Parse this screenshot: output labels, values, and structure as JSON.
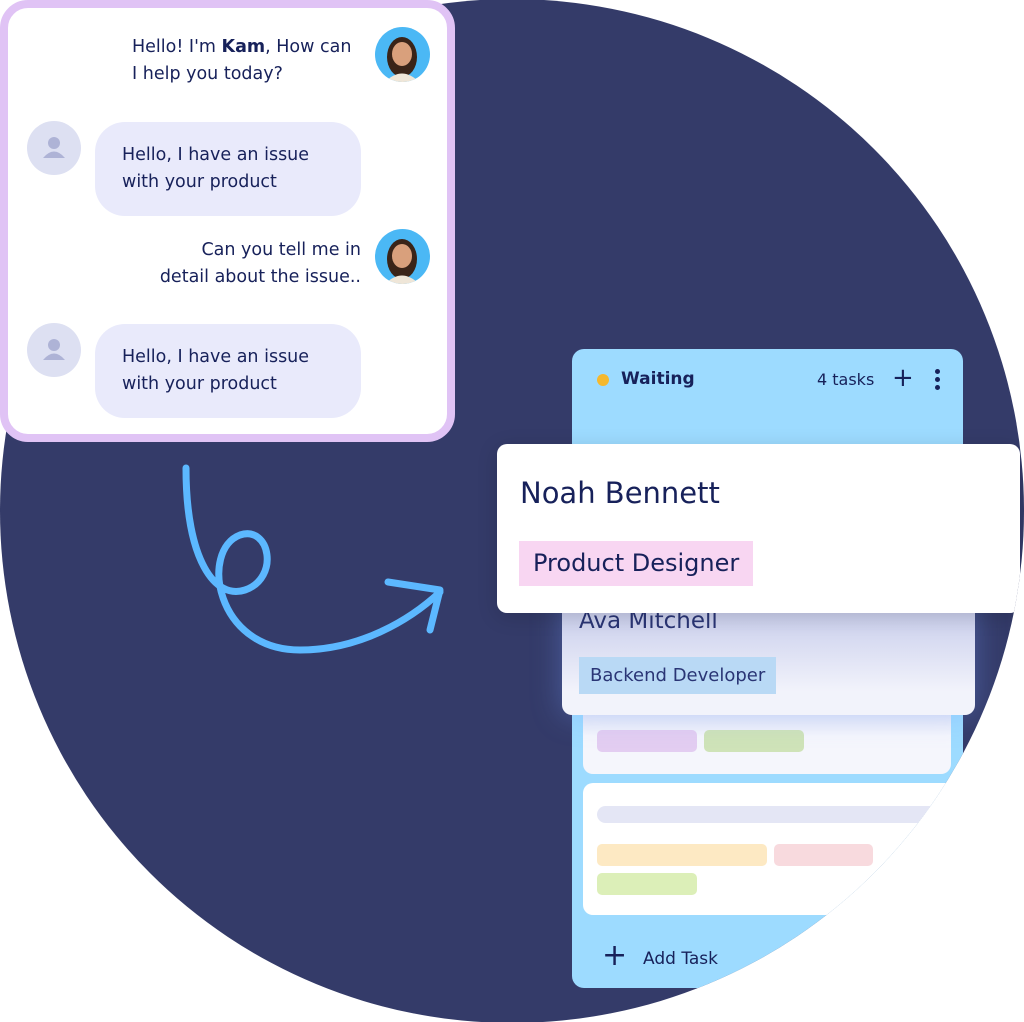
{
  "colors": {
    "background_circle": "#343b69",
    "chat_border": "#e0c3f5",
    "bubble": "#e9eafb",
    "column": "#9ddbff",
    "status_dot": "#f5b82e",
    "arrow": "#5cb8ff",
    "tag_pink": "#f8d6f2",
    "tag_blue": "#b9d9f5"
  },
  "chat": {
    "messages": [
      {
        "from": "agent",
        "prefix": "Hello! I'm ",
        "name": "Kam",
        "suffix": ", How can",
        "line2": "I help you today?",
        "avatar": "agent-photo"
      },
      {
        "from": "user",
        "line1": "Hello, I have an issue",
        "line2": "with your product",
        "avatar": "user-icon"
      },
      {
        "from": "agent",
        "line1": "Can you tell me in",
        "line2": "detail about the issue..",
        "avatar": "agent-photo"
      },
      {
        "from": "user",
        "line1": "Hello, I have an issue",
        "line2": "with your product",
        "avatar": "user-icon"
      }
    ]
  },
  "board": {
    "column_title": "Waiting",
    "task_count": "4 tasks",
    "add_task_label": "Add Task",
    "cards": [
      {
        "name": "Noah Bennett",
        "role": "Product Designer"
      },
      {
        "name": "Ava Mitchell",
        "role": "Backend Developer"
      }
    ]
  }
}
